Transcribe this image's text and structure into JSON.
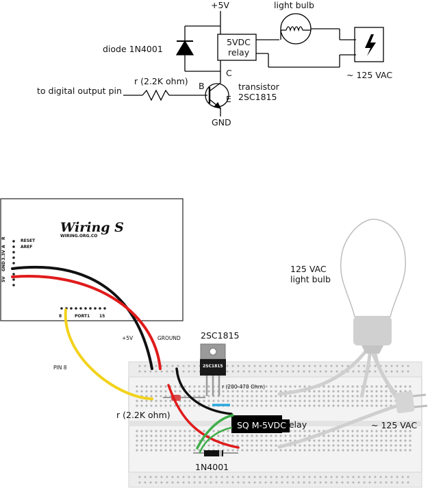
{
  "schematic": {
    "supply_label": "+5V",
    "bulb_label": "light bulb",
    "relay_line1": "5VDC",
    "relay_line2": "relay",
    "diode_label": "diode 1N4001",
    "resistor_label": "r (2.2K ohm)",
    "input_label": "to digital output pin",
    "base_label": "B",
    "collector_label": "C",
    "emitter_label": "E",
    "transistor_label_line1": "transistor",
    "transistor_label_line2": "2SC1815",
    "ground_label": "GND",
    "ac_label": "~ 125 VAC"
  },
  "breadboard_view": {
    "board_title": "Wiring S",
    "board_subtitle": "WIRING.ORG.CO",
    "pin_reset": "RESET",
    "pin_aref": "AREF",
    "pin_side_labels": [
      "R",
      "A",
      "3.3V",
      "GND",
      "5V"
    ],
    "port_label": "PORT1",
    "port_start": "8",
    "port_end": "15",
    "plus5v_label": "+5V",
    "ground_label": "GROUND",
    "pin8_label": "PIN 8",
    "transistor_part": "2SC1815",
    "transistor_marking": "2SC1815",
    "resistor_led_label": "r (200-470 Ohm)",
    "resistor_label": "r (2.2K ohm)",
    "relay_part": "SQ M-5VDC",
    "relay_word": "relay",
    "diode_part": "1N4001",
    "bulb_line1": "125 VAC",
    "bulb_line2": "light bulb",
    "ac_label": "~ 125 VAC"
  },
  "colors": {
    "red_wire": "#e01b1b",
    "black_wire": "#111111",
    "yellow_wire": "#f2d21c",
    "green_wire": "#3fae49",
    "blue_wire": "#2aa7e0",
    "ac_cable": "#cfcfcf"
  }
}
